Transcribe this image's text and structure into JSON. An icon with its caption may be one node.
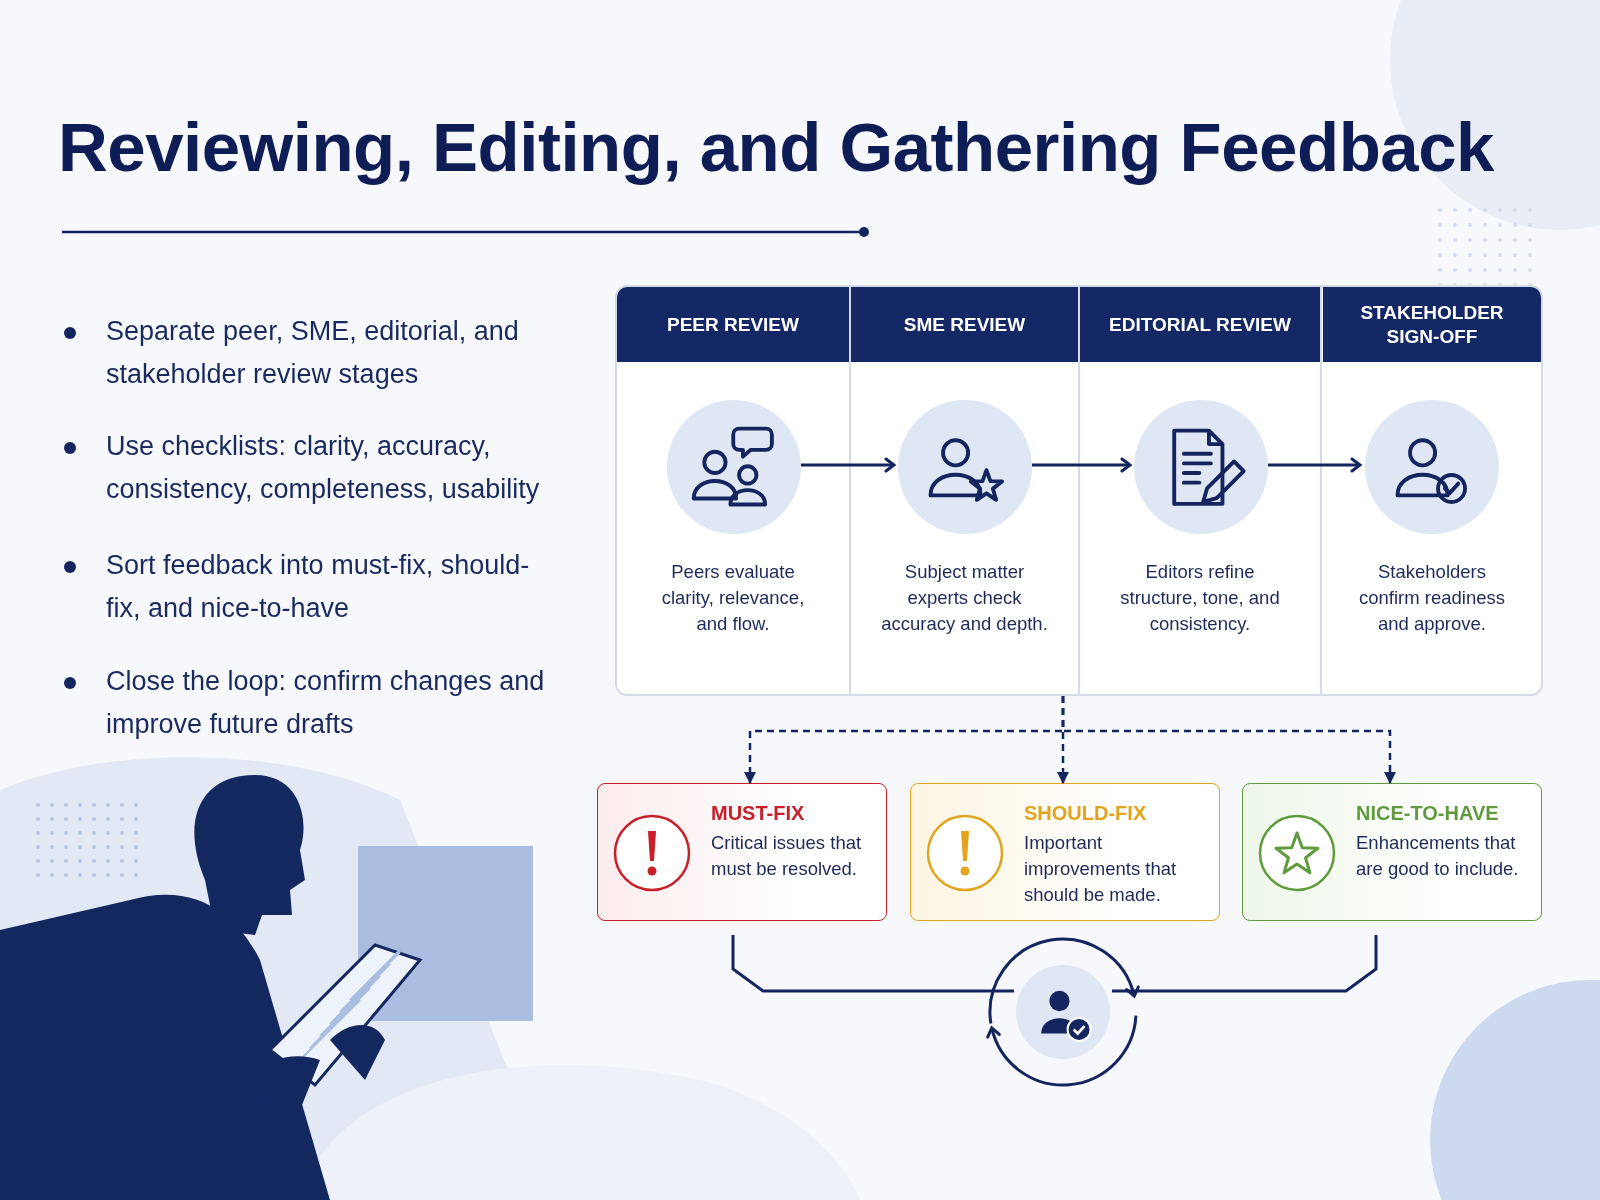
{
  "diagram": {
    "title": "Reviewing, Editing, and Gathering Feedback",
    "nodes": [
      {
        "text": [],
        "shape": "box"
      },
      {
        "text": [
          "PEER REVIEW",
          "Peers evaluate clarity, relevance, and flow."
        ],
        "in": 0
      },
      {
        "text": [],
        "shape": "circle",
        "in": 1
      },
      {
        "text": [
          "SME REVIEW",
          "Subject matter experts check accuracy and depth."
        ],
        "in": 0
      },
      {
        "text": [],
        "shape": "circle",
        "in": 3
      },
      {
        "text": [
          "EDITORIAL REVIEW",
          "Editors refine structure, tone, and consistency."
        ],
        "in": 0
      },
      {
        "text": [],
        "shape": "circle",
        "in": 5
      },
      {
        "text": [
          "STAKEHOLDER SIGN-OFF",
          "Stakeholders confirm readiness and approve."
        ],
        "in": 0
      },
      {
        "text": [],
        "shape": "circle",
        "in": 7
      },
      {
        "text": [
          "MUST-FIX",
          "Critical issues that must be resolved."
        ]
      },
      {
        "text": [
          "SHOULD-FIX",
          "Important improvements that should be made."
        ]
      },
      {
        "text": [
          "NICE-TO-HAVE",
          "Enhancements that are good to include."
        ]
      },
      {
        "text": [],
        "shape": "circle"
      }
    ],
    "edges": [
      {
        "from": 2,
        "to": 4,
        "arrow": "to"
      },
      {
        "from": 4,
        "to": 6,
        "arrow": "to"
      },
      {
        "from": 6,
        "to": 8,
        "arrow": "to"
      },
      {
        "from": 0,
        "to": 9,
        "arrow": "to",
        "style": "dashed"
      },
      {
        "from": 0,
        "to": 10,
        "arrow": "to",
        "style": "dashed"
      },
      {
        "from": 0,
        "to": 11,
        "arrow": "to",
        "style": "dashed"
      },
      {
        "from": 9,
        "to": 12,
        "arrow": "none"
      },
      {
        "from": 11,
        "to": 12,
        "arrow": "none"
      }
    ],
    "labels": [
      "Separate peer, SME, editorial, and stakeholder review stages",
      "Use checklists: clarity, accuracy, consistency, completeness, usability",
      "Sort feedback into must-fix, should-fix, and nice-to-have",
      "Close the loop: confirm changes and improve future drafts"
    ]
  }
}
